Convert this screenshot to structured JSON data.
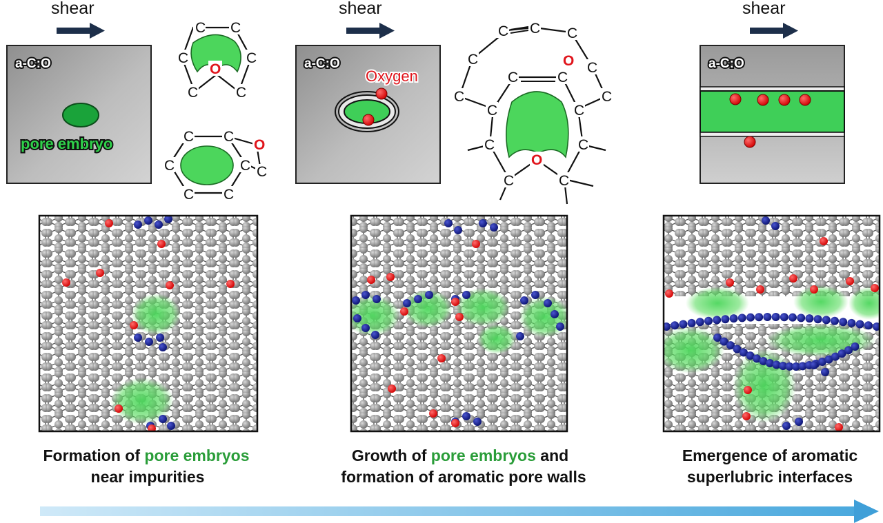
{
  "colors": {
    "pore_green": "#4cd65c",
    "oxygen_red": "#e0141b",
    "nitrogen_blue": "#101a8a",
    "carbon_gray": "#8e8e8e",
    "arrow_blue": "#7cc4ea",
    "shear_arrow": "#1d2f4a"
  },
  "panels": [
    {
      "shear_label": "shear",
      "material_label": "a-C:O",
      "embryo_label": "pore embryo"
    },
    {
      "shear_label": "shear",
      "material_label": "a-C:O",
      "oxygen_label": "Oxygen"
    },
    {
      "shear_label": "shear",
      "material_label": "a-C:O"
    }
  ],
  "atom_labels": {
    "carbon": "C",
    "oxygen": "O"
  },
  "captions": [
    {
      "line1_pre": "Formation of ",
      "line1_hl": "pore embryos",
      "line1_post": "",
      "line2": "near impurities"
    },
    {
      "line1_pre": "Growth of ",
      "line1_hl": "pore embryos",
      "line1_post": " and",
      "line2": "formation of aromatic pore walls"
    },
    {
      "line1_pre": "Emergence of aromatic",
      "line1_hl": "",
      "line1_post": "",
      "line2": "superlubric interfaces"
    }
  ],
  "icons": [
    "shear-arrow-icon",
    "progress-arrow-icon"
  ]
}
